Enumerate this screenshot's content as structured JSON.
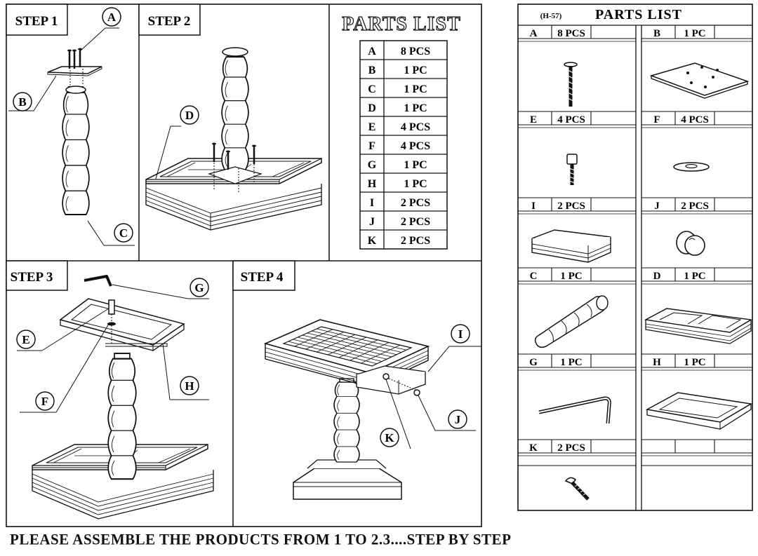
{
  "steps": {
    "step1": "STEP 1",
    "step2": "STEP 2",
    "step3": "STEP 3",
    "step4": "STEP 4"
  },
  "parts_list_title": "PARTS LIST",
  "parts_table": [
    {
      "letter": "A",
      "qty": "8 PCS"
    },
    {
      "letter": "B",
      "qty": "1 PC"
    },
    {
      "letter": "C",
      "qty": "1 PC"
    },
    {
      "letter": "D",
      "qty": "1 PC"
    },
    {
      "letter": "E",
      "qty": "4 PCS"
    },
    {
      "letter": "F",
      "qty": "4 PCS"
    },
    {
      "letter": "G",
      "qty": "1 PC"
    },
    {
      "letter": "H",
      "qty": "1 PC"
    },
    {
      "letter": "I",
      "qty": "2 PCS"
    },
    {
      "letter": "J",
      "qty": "2 PCS"
    },
    {
      "letter": "K",
      "qty": "2 PCS"
    }
  ],
  "right_panel": {
    "model": "(H-57)",
    "title": "PARTS LIST",
    "cells": [
      {
        "letter": "A",
        "qty": "8 PCS"
      },
      {
        "letter": "B",
        "qty": "1 PC"
      },
      {
        "letter": "E",
        "qty": "4 PCS"
      },
      {
        "letter": "F",
        "qty": "4 PCS"
      },
      {
        "letter": "I",
        "qty": "2 PCS"
      },
      {
        "letter": "J",
        "qty": "2 PCS"
      },
      {
        "letter": "C",
        "qty": "1 PC"
      },
      {
        "letter": "D",
        "qty": "1 PC"
      },
      {
        "letter": "G",
        "qty": "1 PC"
      },
      {
        "letter": "H",
        "qty": "1 PC"
      },
      {
        "letter": "K",
        "qty": "2 PCS"
      }
    ]
  },
  "callouts": {
    "s1": [
      "A",
      "B",
      "C"
    ],
    "s2": [
      "D"
    ],
    "s3": [
      "G",
      "E",
      "H",
      "F"
    ],
    "s4": [
      "I",
      "J",
      "K"
    ]
  },
  "footer": "PLEASE ASSEMBLE THE PRODUCTS FROM 1 TO 2.3....STEP BY STEP"
}
